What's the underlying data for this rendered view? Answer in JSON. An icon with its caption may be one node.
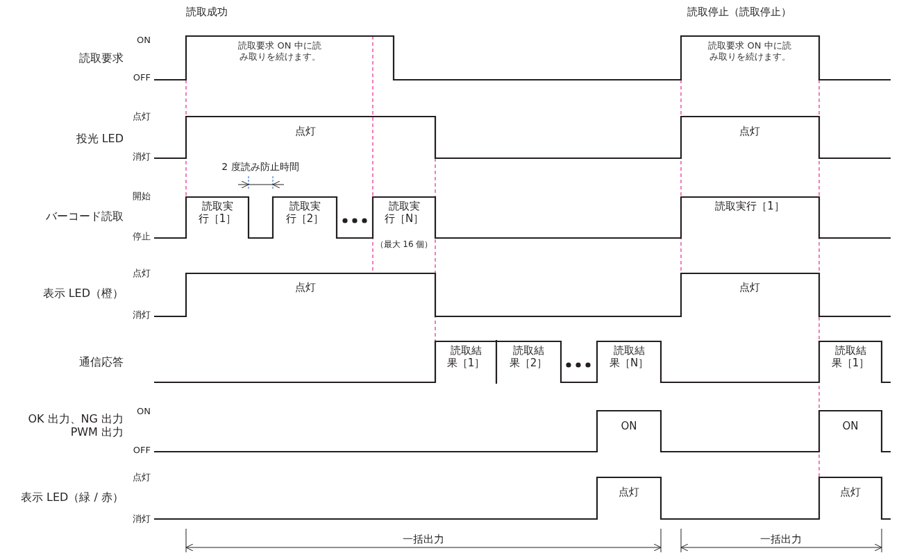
{
  "diagram": {
    "labels": [
      "読取成功",
      "読取停止（読取停止）",
      "ON",
      "読取要求",
      "OFF",
      "読取要求 ON 中に読み取りを続けます。",
      "読取要求 ON 中に読み取りを続けます。",
      "点灯",
      "投光 LED",
      "消灯",
      "点灯",
      "点灯",
      "2 度読み防止時間",
      "開始",
      "バーコード読取",
      "停止",
      "読取実行［1］",
      "読取実行［2］",
      "読取実行［N］",
      "（最大 16 個）",
      "読取実行［1］",
      "点灯",
      "表示 LED（橙）",
      "消灯",
      "点灯",
      "点灯",
      "通信応答",
      "読取結果［1］",
      "読取結果［2］",
      "読取結果［N］",
      "読取結果［1］",
      "ON",
      "OK 出力、NG 出力 PWM 出力",
      "OFF",
      "ON",
      "ON",
      "点灯",
      "表示 LED（緑 / 赤）",
      "消灯",
      "点灯",
      "点灯",
      "一括出力",
      "一括出力"
    ]
  }
}
